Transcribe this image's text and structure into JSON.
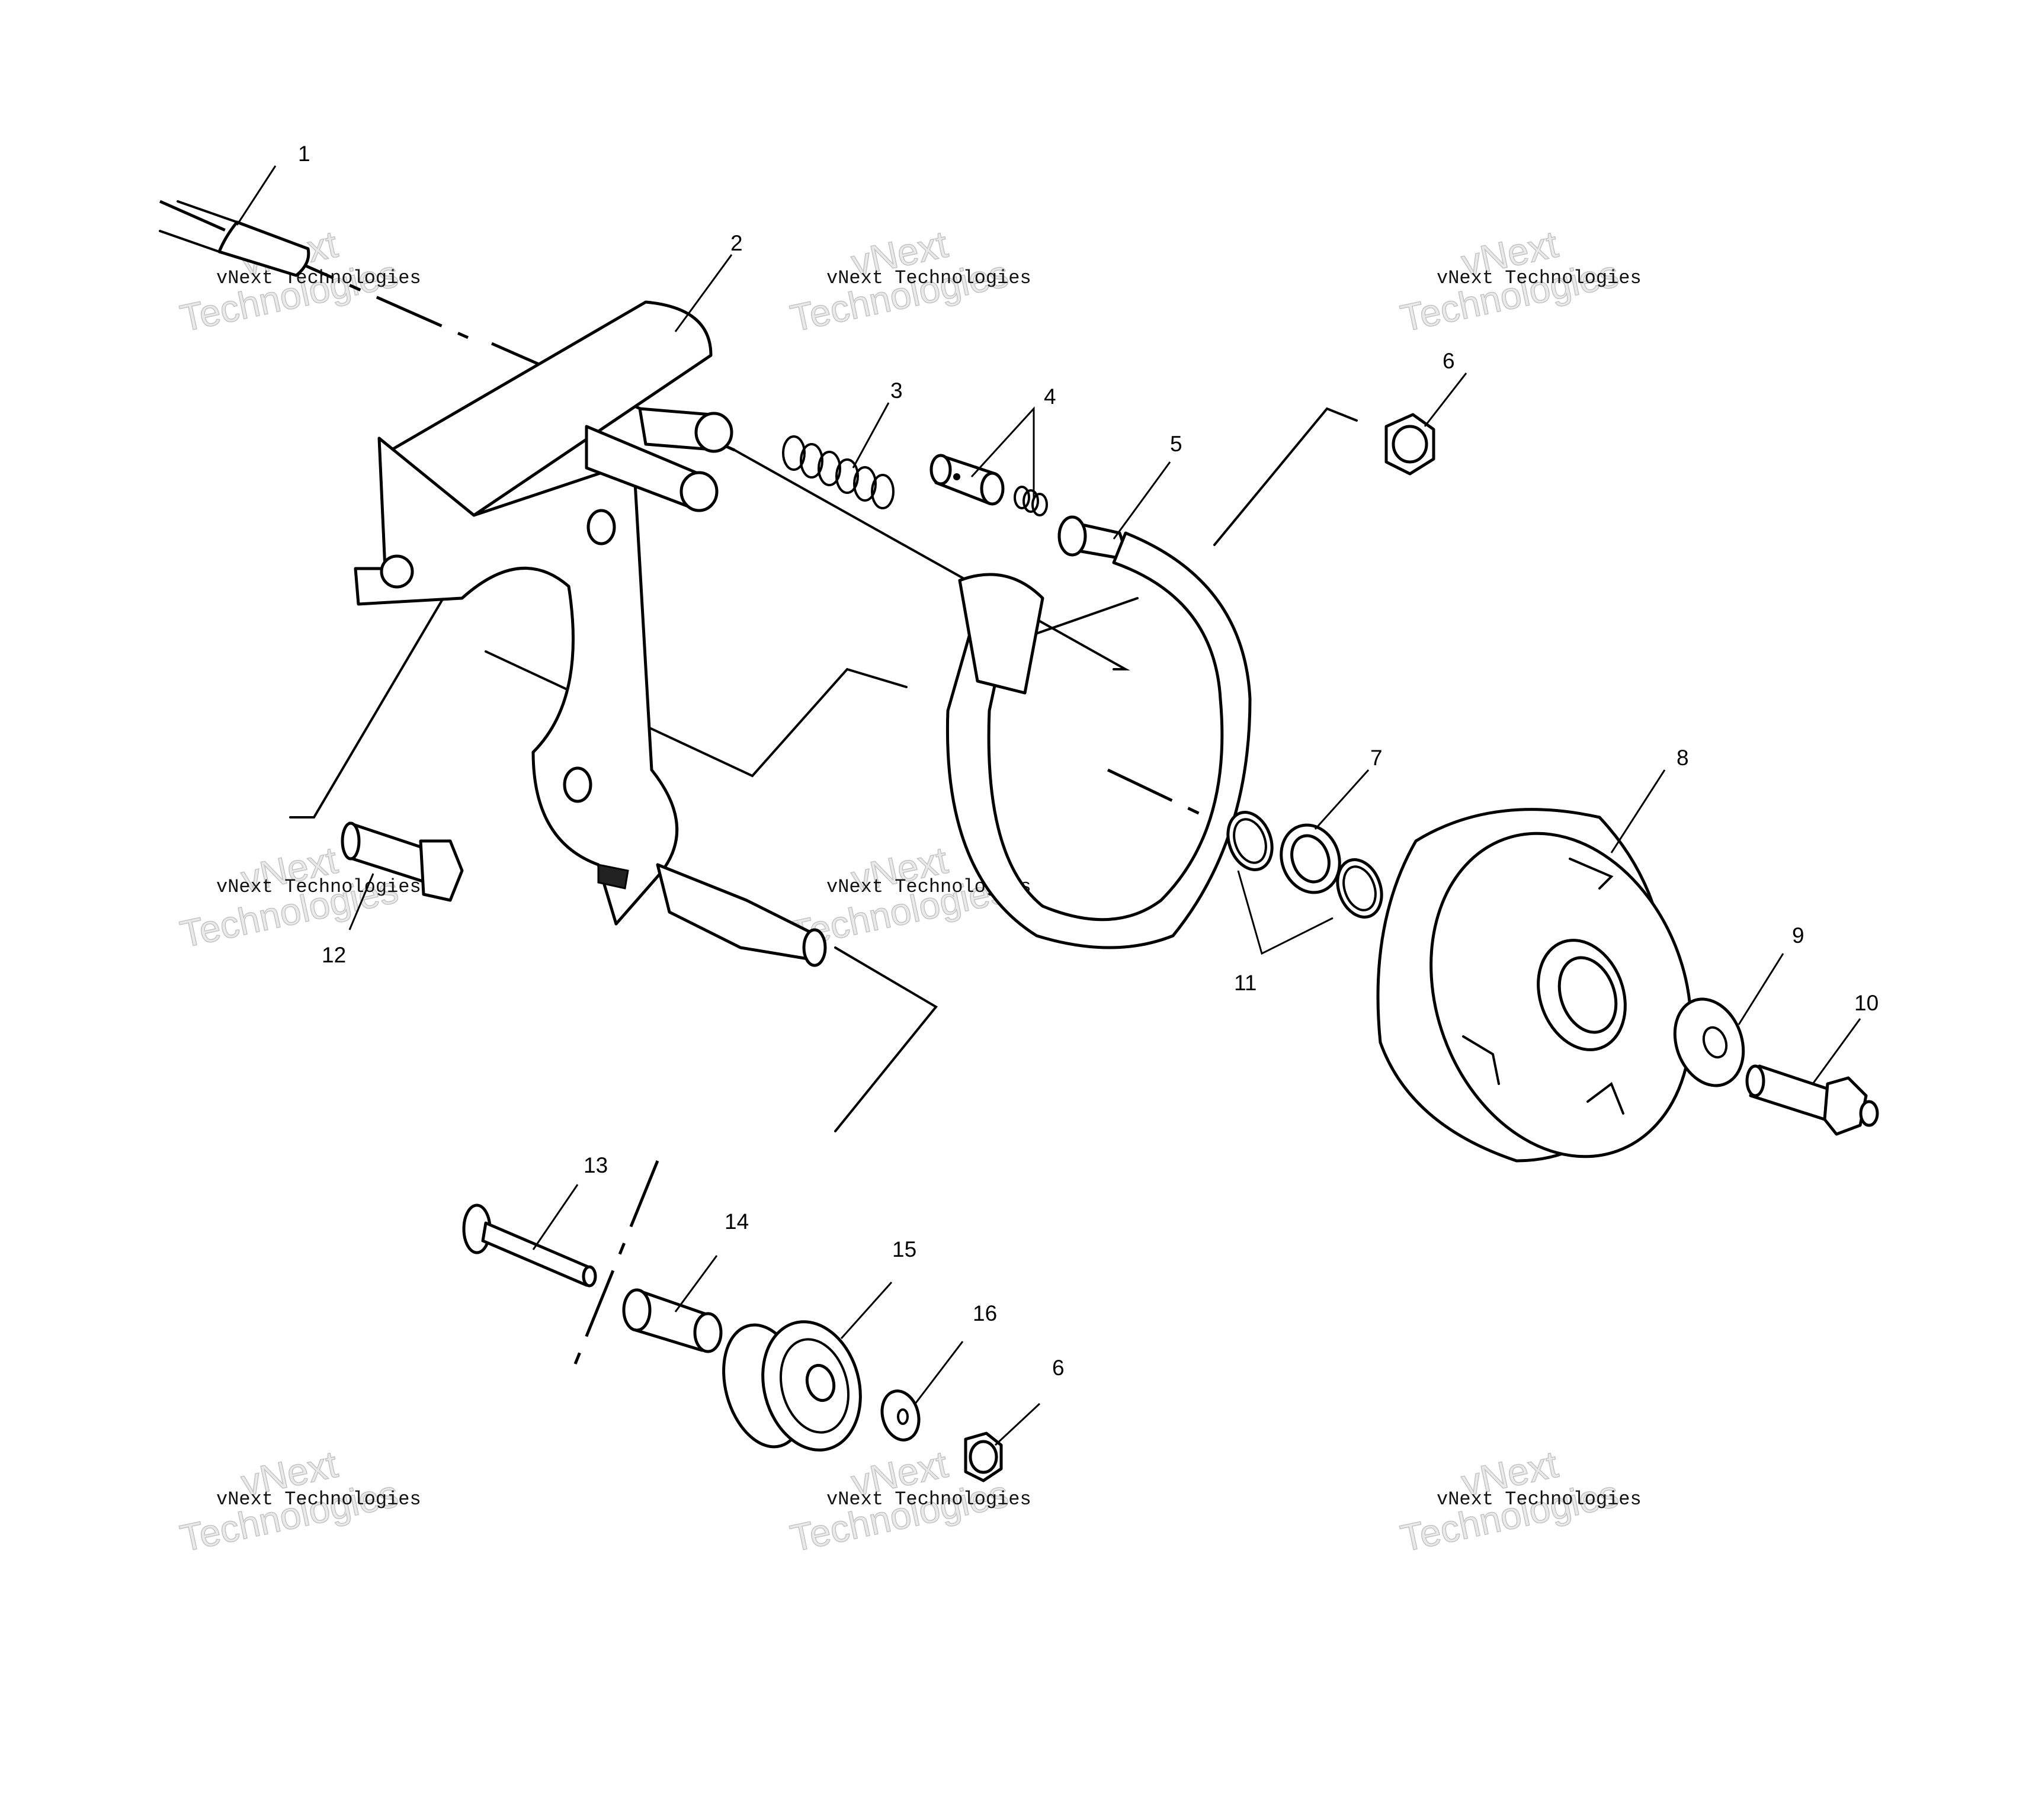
{
  "diagram": {
    "callouts": [
      "1",
      "2",
      "3",
      "4",
      "5",
      "6",
      "7",
      "8",
      "9",
      "10",
      "11",
      "12",
      "13",
      "14",
      "15",
      "16",
      "6"
    ],
    "watermark": {
      "brand_top": "vNext",
      "brand_bottom": "Technologies",
      "caption": "vNext Technologies"
    }
  }
}
